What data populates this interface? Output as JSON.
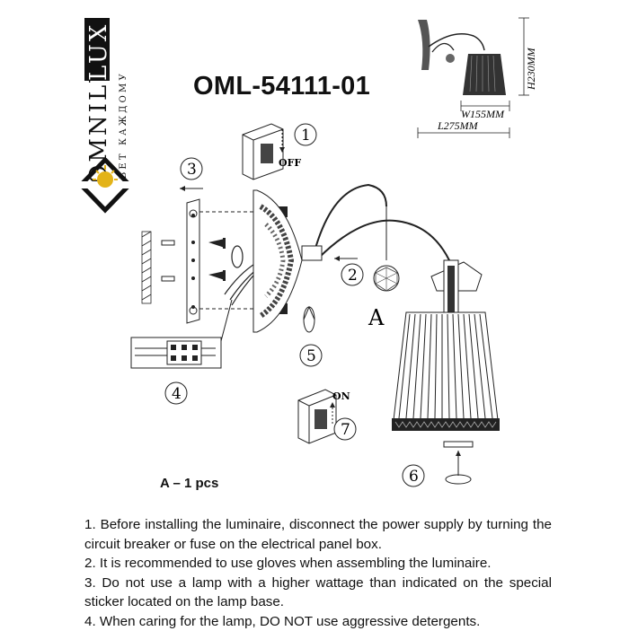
{
  "brand": {
    "name": "OMNILUX",
    "tagline": "СВЕТ КАЖДОМУ"
  },
  "model": "OML-54111-01",
  "dimensions": {
    "height": "H230MM",
    "width": "W155MM",
    "length": "L275MM"
  },
  "switch_labels": {
    "off": "OFF",
    "on": "ON"
  },
  "steps": [
    "1",
    "2",
    "3",
    "4",
    "5",
    "6",
    "7"
  ],
  "part_label": "A",
  "quantity": "A – 1 pcs",
  "notes": [
    "1. Before installing the luminaire, disconnect the power supply by turning the circuit breaker or fuse on the electrical panel box.",
    "2. It is recommended to use gloves when assembling the luminaire.",
    "3. Do not use a lamp with a higher wattage than indicated on the special sticker located on the lamp base.",
    "4. When caring for the lamp, DO NOT use aggressive detergents."
  ],
  "colors": {
    "logo_gold": "#e3b318",
    "line": "#222222"
  }
}
